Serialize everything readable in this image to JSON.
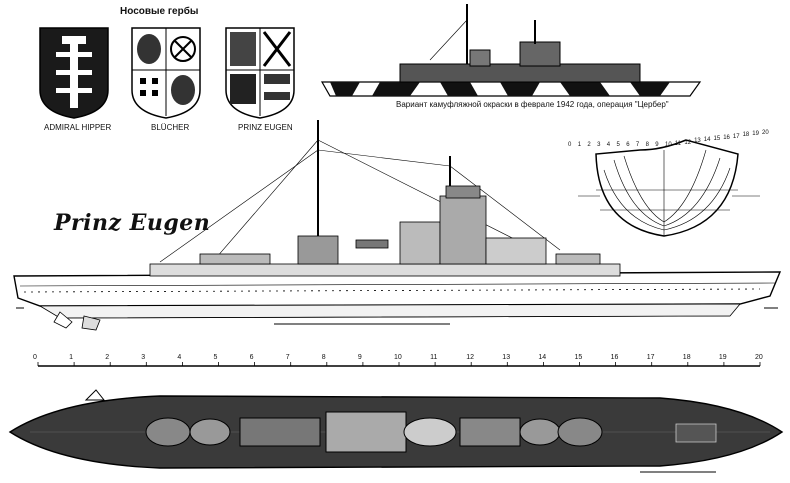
{
  "heraldry": {
    "header": "Носовые гербы",
    "crests": [
      {
        "label": "ADMIRAL HIPPER"
      },
      {
        "label": "BLÜCHER"
      },
      {
        "label": "PRINZ EUGEN"
      }
    ]
  },
  "camouflage": {
    "caption": "Вариант камуфляжной окраски в феврале 1942 года, операция \"Цербер\""
  },
  "ship": {
    "name": "Prinz Eugen"
  },
  "section": {
    "frame_numbers": [
      "20",
      "19",
      "18",
      "17",
      "16",
      "15",
      "14",
      "13",
      "12",
      "11",
      "10",
      "9",
      "8",
      "7",
      "6",
      "5",
      "4",
      "3",
      "2",
      "1",
      "0"
    ]
  },
  "scale": {
    "ticks": [
      "0",
      "1",
      "2",
      "3",
      "4",
      "5",
      "6",
      "7",
      "8",
      "9",
      "10",
      "11",
      "12",
      "13",
      "14",
      "15",
      "16",
      "17",
      "18",
      "19",
      "20"
    ]
  },
  "colors": {
    "ink": "#1a1a1a",
    "deck": "#3a3a3a",
    "paper": "#ffffff"
  }
}
